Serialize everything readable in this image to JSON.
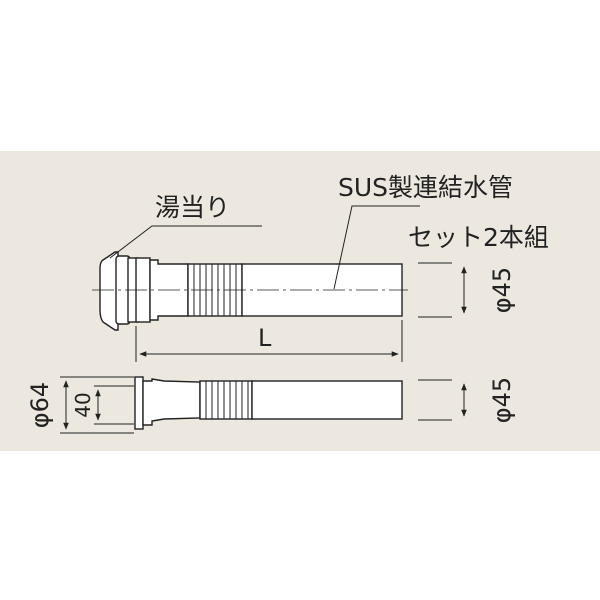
{
  "colors": {
    "background": "#ece8df",
    "line": "#222222",
    "pipe_fill": "#ffffff"
  },
  "labels": {
    "water_guard": "湯当り",
    "product_line1": "SUS製連結水管",
    "product_line2": "セット2本組",
    "length": "L",
    "dia_top": "φ45",
    "dia_bottom": "φ45",
    "dia_flange": "φ64",
    "dia_inner": "40"
  }
}
